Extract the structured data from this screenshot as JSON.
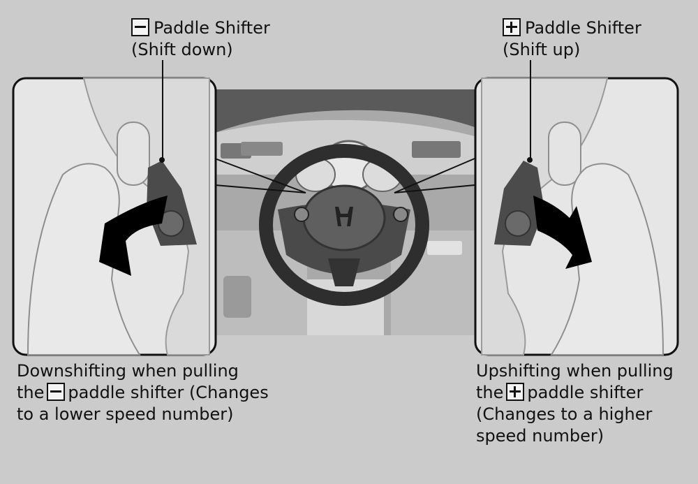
{
  "callouts": {
    "left": {
      "line1": "Paddle Shifter",
      "line2": "(Shift down)"
    },
    "right": {
      "line1": "Paddle Shifter",
      "line2": "(Shift up)"
    }
  },
  "captions": {
    "left": {
      "line1": "Downshifting when pulling",
      "line2_pre": "the",
      "line2_post": "paddle shifter (Changes",
      "line3": "to a lower speed number)"
    },
    "right": {
      "line1": "Upshifting when pulling",
      "line2_pre": "the",
      "line2_post": "paddle shifter",
      "line3": "(Changes to a higher",
      "line4": "speed number)"
    }
  },
  "icons": {
    "minus": "minus-symbol-icon",
    "plus": "plus-symbol-icon",
    "logo": "honda-logo-icon"
  },
  "colors": {
    "background": "#cbcbcb",
    "panel": "#e6e6e6",
    "arrow": "#000000"
  }
}
